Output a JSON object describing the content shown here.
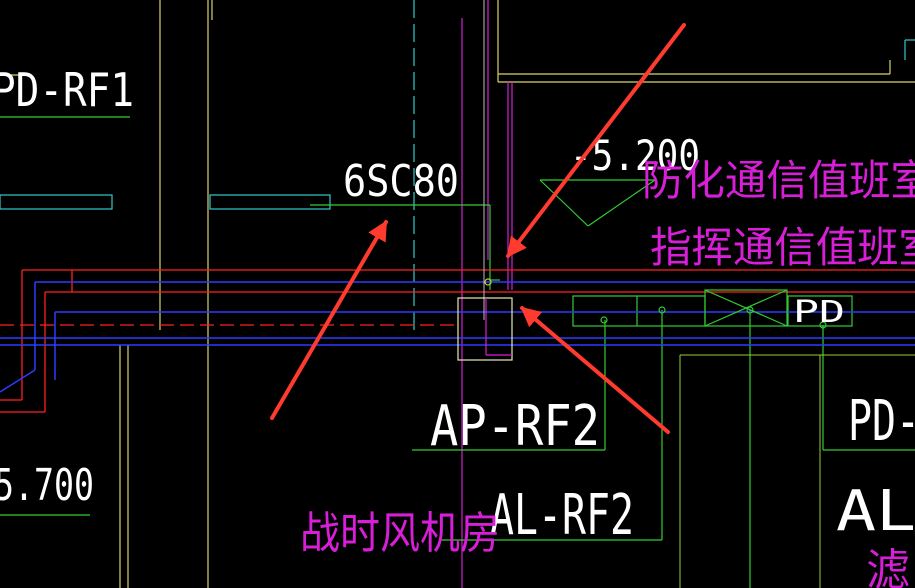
{
  "labels": {
    "pd_rf1": "PD-RF1",
    "sc80": "6SC80",
    "elev_top": "-5.200",
    "elev_left": "5.700",
    "ap_rf2": "AP-RF2",
    "al_rf2": "AL-RF2",
    "pd_right": "PD",
    "pd_right2": "PD-",
    "al_right": "AL",
    "room_fanghua": "防化通信值班室",
    "room_zhihui": "指挥通信值班室",
    "room_fengji": "战时风机房",
    "room_lv": "滤"
  },
  "colors": {
    "background": "#000000",
    "white_text": "#ffffff",
    "magenta_text": "#d61fd6",
    "green_line": "#33cc33",
    "red_line": "#ff2020",
    "blue_line": "#2a3cff",
    "yellow_line": "#cccc33",
    "cyan_line": "#33cccc",
    "arrow": "#ff3b30"
  }
}
